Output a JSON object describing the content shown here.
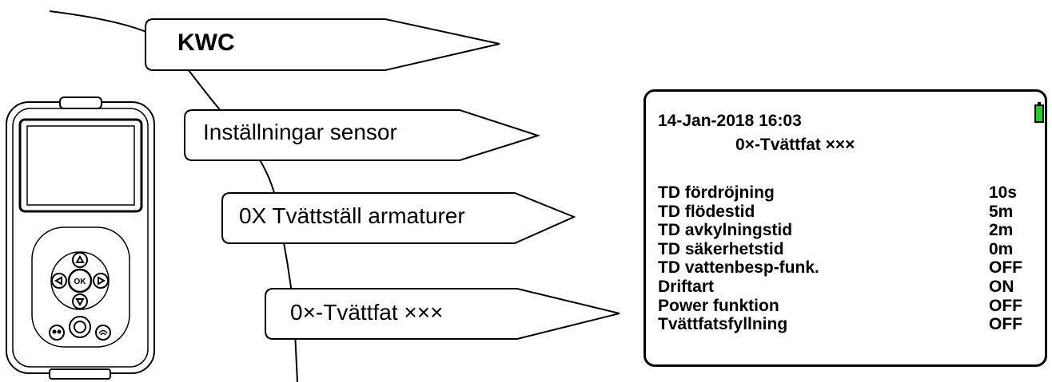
{
  "breadcrumbs": [
    {
      "label": "KWC"
    },
    {
      "label": "Inställningar sensor"
    },
    {
      "label": "0X Tvättställ armaturer"
    },
    {
      "label": "0×-Tvättfat ×××"
    }
  ],
  "device": {
    "ok_label": "OK"
  },
  "screen": {
    "datetime": "14-Jan-2018 16:03",
    "title": "0×-Tvättfat ×××",
    "battery_color": "#1fd11f",
    "rows": [
      {
        "label": "TD fördröjning",
        "value": "10s"
      },
      {
        "label": "TD flödestid",
        "value": "5m"
      },
      {
        "label": "TD avkylningstid",
        "value": "2m"
      },
      {
        "label": "TD säkerhetstid",
        "value": "0m"
      },
      {
        "label": "TD vattenbesp-funk.",
        "value": "OFF"
      },
      {
        "label": "Driftart",
        "value": "ON"
      },
      {
        "label": "Power funktion",
        "value": "OFF"
      },
      {
        "label": "Tvättfatsfyllning",
        "value": "OFF"
      }
    ]
  }
}
